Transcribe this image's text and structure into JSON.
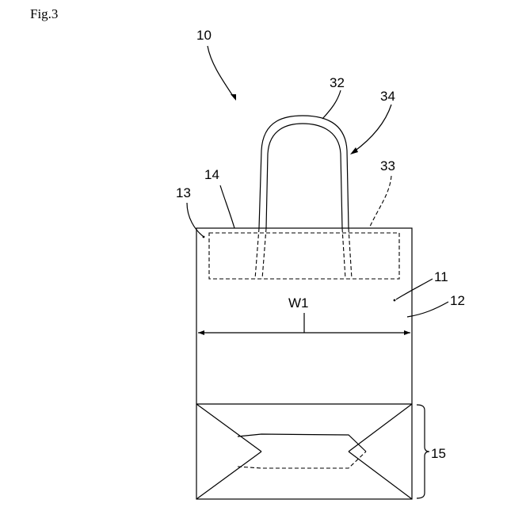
{
  "figure": {
    "label": "Fig.3"
  },
  "references": {
    "bag": "10",
    "body": "11",
    "front_panel": "12",
    "mouth": "13",
    "reinforcement": "14",
    "gusset_bottom": "15",
    "handle": "32",
    "handle_end": "33",
    "handle_stripe": "34",
    "width": "W1"
  }
}
